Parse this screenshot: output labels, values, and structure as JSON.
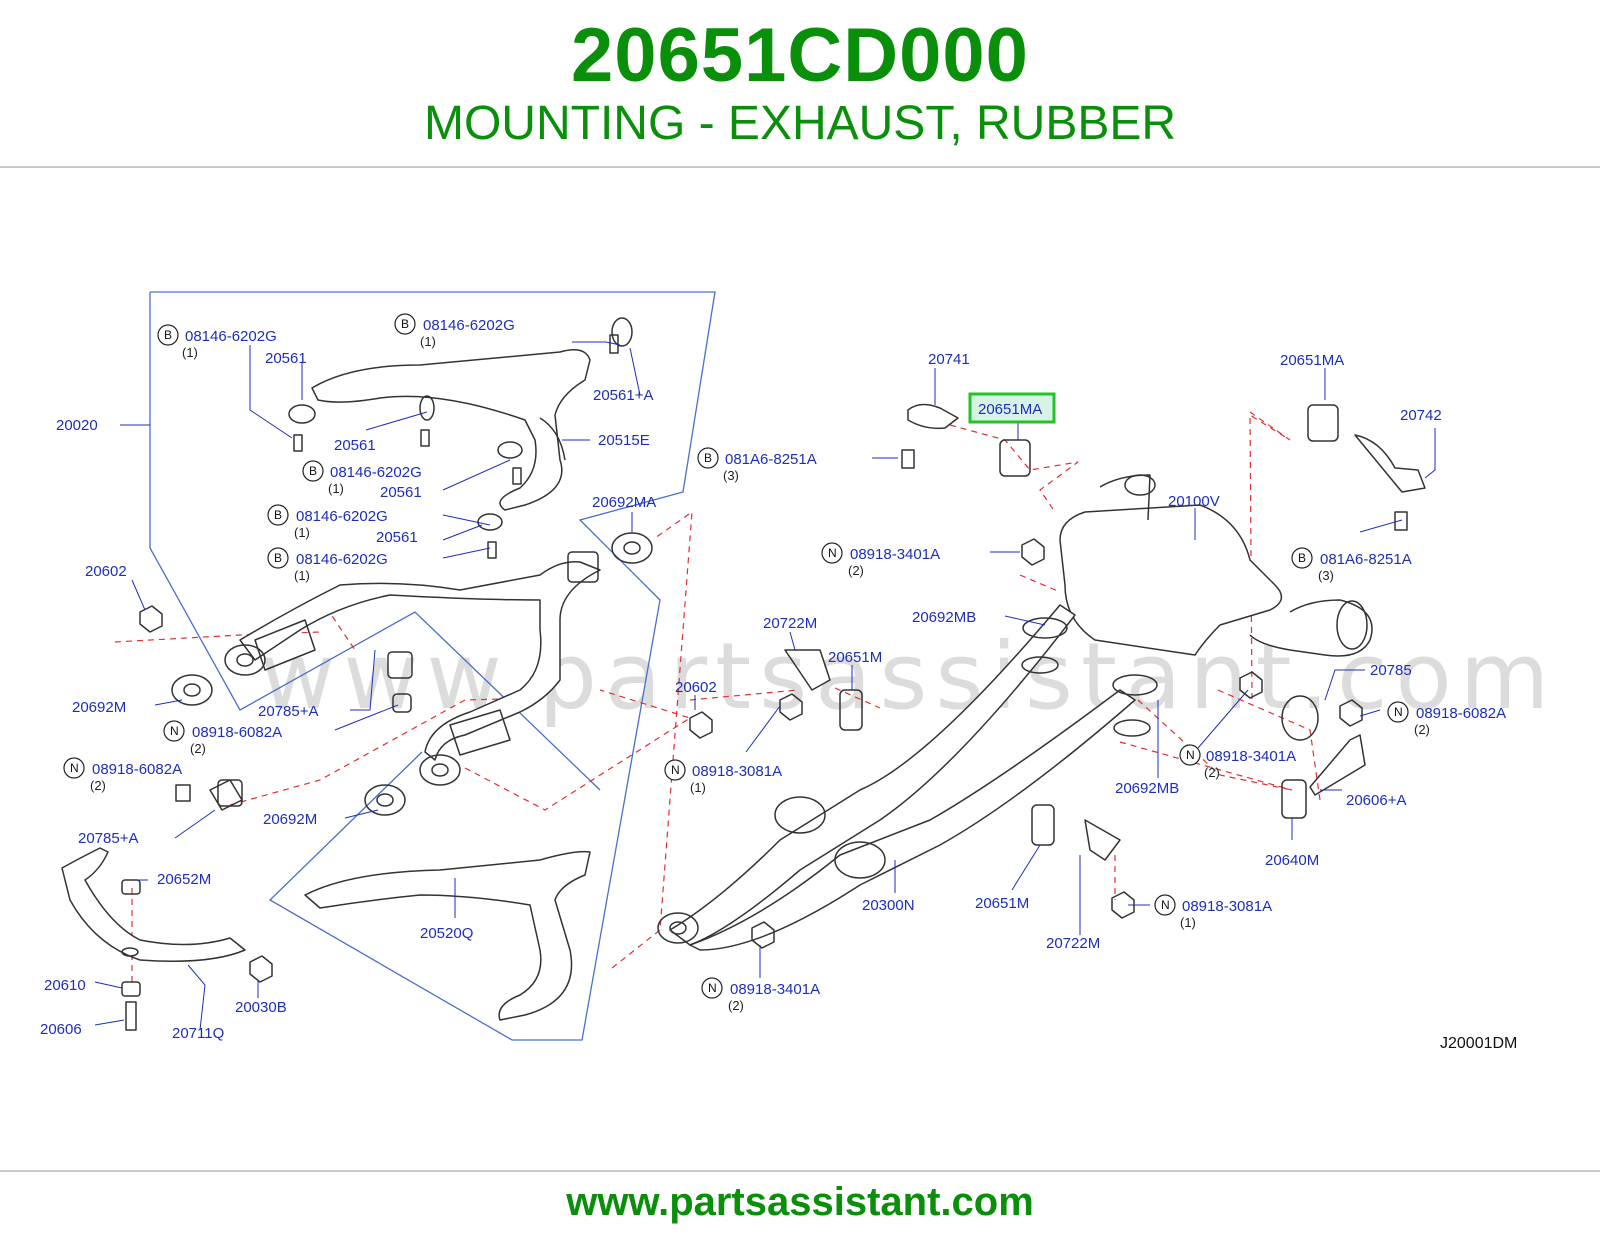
{
  "header": {
    "part_number": "20651CD000",
    "description": "MOUNTING - EXHAUST, RUBBER"
  },
  "footer": {
    "url": "www.partsassistant.com"
  },
  "diagram": {
    "watermark": "www.partsassistant.com",
    "code": "J20001DM",
    "highlight_color": "#22c322",
    "accent_color": "#0a8f0a",
    "label_color": "#1d2fb8",
    "dashed_color": "#e03030",
    "labels": [
      {
        "id": "l-20020",
        "text": "20020"
      },
      {
        "id": "l-b1",
        "badge": "B",
        "text": "08146-6202G",
        "qty": "(1)"
      },
      {
        "id": "l-20561a",
        "text": "20561"
      },
      {
        "id": "l-b2",
        "badge": "B",
        "text": "08146-6202G",
        "qty": "(1)"
      },
      {
        "id": "l-20561pa",
        "text": "20561+A"
      },
      {
        "id": "l-20561b",
        "text": "20561"
      },
      {
        "id": "l-20515e",
        "text": "20515E"
      },
      {
        "id": "l-b3",
        "badge": "B",
        "text": "08146-6202G",
        "qty": "(1)"
      },
      {
        "id": "l-20561c",
        "text": "20561"
      },
      {
        "id": "l-b4",
        "badge": "B",
        "text": "08146-6202G",
        "qty": "(1)"
      },
      {
        "id": "l-20561d",
        "text": "20561"
      },
      {
        "id": "l-b5",
        "badge": "B",
        "text": "08146-6202G",
        "qty": "(1)"
      },
      {
        "id": "l-20692ma",
        "text": "20692MA"
      },
      {
        "id": "l-20602a",
        "text": "20602"
      },
      {
        "id": "l-20692m-a",
        "text": "20692M"
      },
      {
        "id": "l-20785pa-a",
        "text": "20785+A"
      },
      {
        "id": "l-n1",
        "badge": "N",
        "text": "08918-6082A",
        "qty": "(2)"
      },
      {
        "id": "l-n2",
        "badge": "N",
        "text": "08918-6082A",
        "qty": "(2)"
      },
      {
        "id": "l-20692m-b",
        "text": "20692M"
      },
      {
        "id": "l-20785pa-b",
        "text": "20785+A"
      },
      {
        "id": "l-20652m",
        "text": "20652M"
      },
      {
        "id": "l-20610",
        "text": "20610"
      },
      {
        "id": "l-20030b",
        "text": "20030B"
      },
      {
        "id": "l-20606",
        "text": "20606"
      },
      {
        "id": "l-20711q",
        "text": "20711Q"
      },
      {
        "id": "l-20520q",
        "text": "20520Q"
      },
      {
        "id": "l-20741",
        "text": "20741"
      },
      {
        "id": "l-20651ma-hl",
        "text": "20651MA"
      },
      {
        "id": "l-b6",
        "badge": "B",
        "text": "081A6-8251A",
        "qty": "(3)"
      },
      {
        "id": "l-20651ma-b",
        "text": "20651MA"
      },
      {
        "id": "l-20742",
        "text": "20742"
      },
      {
        "id": "l-20100v",
        "text": "20100V"
      },
      {
        "id": "l-n3",
        "badge": "N",
        "text": "08918-3401A",
        "qty": "(2)"
      },
      {
        "id": "l-b7",
        "badge": "B",
        "text": "081A6-8251A",
        "qty": "(3)"
      },
      {
        "id": "l-20692mb-a",
        "text": "20692MB"
      },
      {
        "id": "l-20722m-a",
        "text": "20722M"
      },
      {
        "id": "l-20651m-a",
        "text": "20651M"
      },
      {
        "id": "l-20602b",
        "text": "20602"
      },
      {
        "id": "l-20785",
        "text": "20785"
      },
      {
        "id": "l-n4",
        "badge": "N",
        "text": "08918-6082A",
        "qty": "(2)"
      },
      {
        "id": "l-n5",
        "badge": "N",
        "text": "08918-3081A",
        "qty": "(1)"
      },
      {
        "id": "l-n6",
        "badge": "N",
        "text": "08918-3401A",
        "qty": "(2)"
      },
      {
        "id": "l-20692mb-b",
        "text": "20692MB"
      },
      {
        "id": "l-20606pa",
        "text": "20606+A"
      },
      {
        "id": "l-20640m",
        "text": "20640M"
      },
      {
        "id": "l-20300n",
        "text": "20300N"
      },
      {
        "id": "l-20651m-b",
        "text": "20651M"
      },
      {
        "id": "l-n7",
        "badge": "N",
        "text": "08918-3081A",
        "qty": "(1)"
      },
      {
        "id": "l-20722m-b",
        "text": "20722M"
      },
      {
        "id": "l-n8",
        "badge": "N",
        "text": "08918-3401A",
        "qty": "(2)"
      }
    ]
  }
}
